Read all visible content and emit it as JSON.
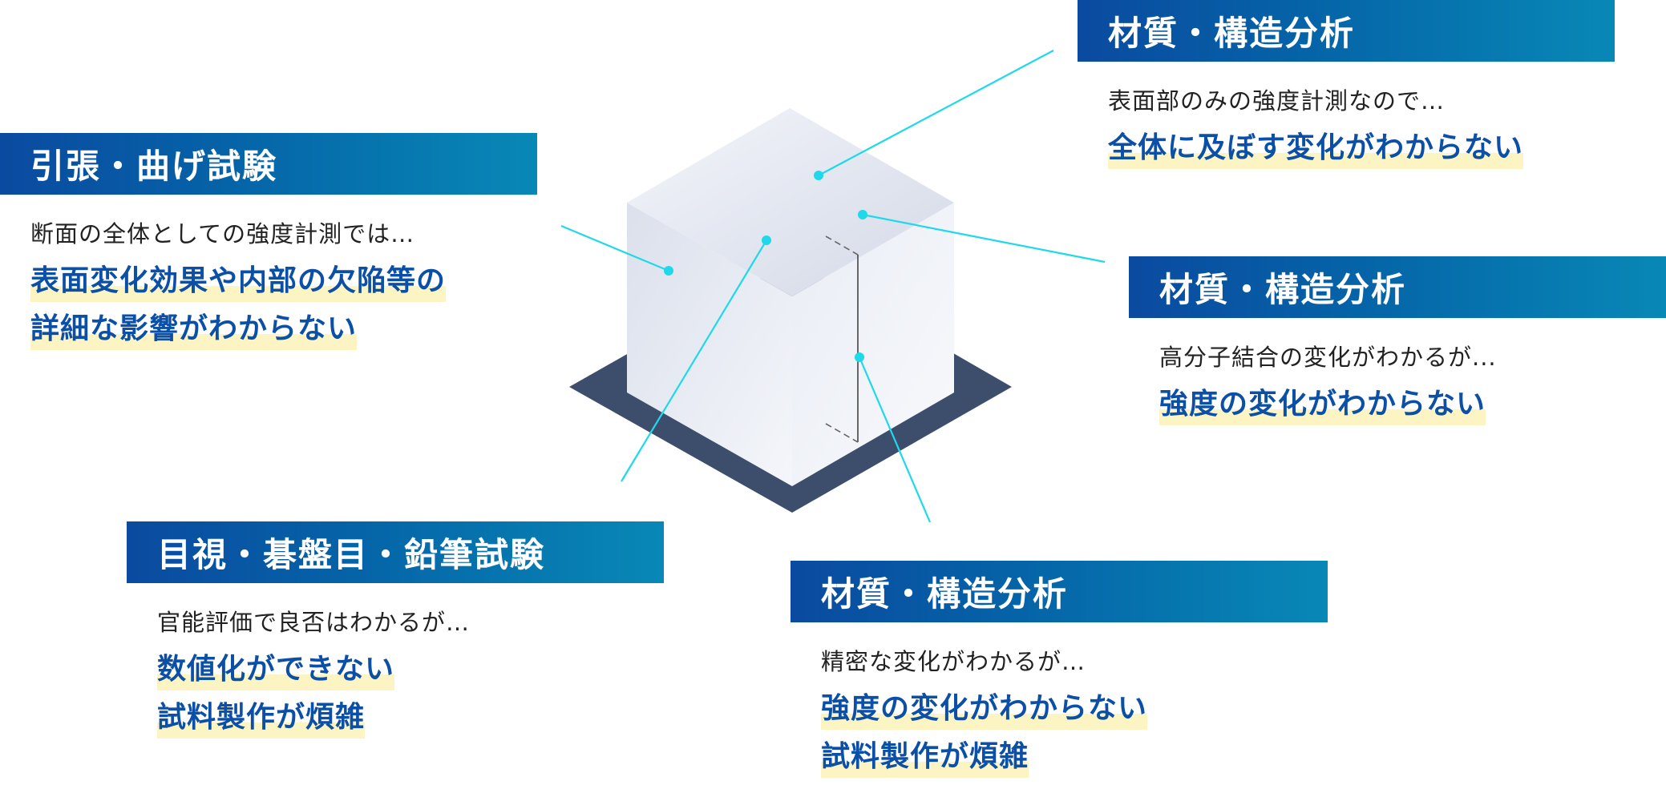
{
  "cards": {
    "top_right": {
      "title": "材質・構造分析",
      "lead": "表面部のみの強度計測なので…",
      "highlights": [
        "全体に及ぼす変化がわからない"
      ]
    },
    "left": {
      "title": "引張・曲げ試験",
      "lead": "断面の全体としての強度計測では…",
      "highlights": [
        "表面変化効果や内部の欠陥等の",
        "詳細な影響がわからない"
      ]
    },
    "right": {
      "title": "材質・構造分析",
      "lead": "高分子結合の変化がわかるが...",
      "highlights": [
        "強度の変化がわからない"
      ]
    },
    "bottom_left": {
      "title": "目視・碁盤目・鉛筆試験",
      "lead": "官能評価で良否はわかるが…",
      "highlights": [
        "数値化ができない",
        "試料製作が煩雑"
      ]
    },
    "bottom_center": {
      "title": "材質・構造分析",
      "lead": "精密な変化がわかるが…",
      "highlights": [
        "強度の変化がわからない",
        "試料製作が煩雑"
      ]
    }
  },
  "colors": {
    "header_start": "#0a4aa0",
    "header_end": "#0888b6",
    "highlight_text": "#0b4fa6",
    "highlight_marker": "#fcf4c2",
    "connector": "#1fd9ea",
    "cube_base": "#3d4e6d"
  }
}
